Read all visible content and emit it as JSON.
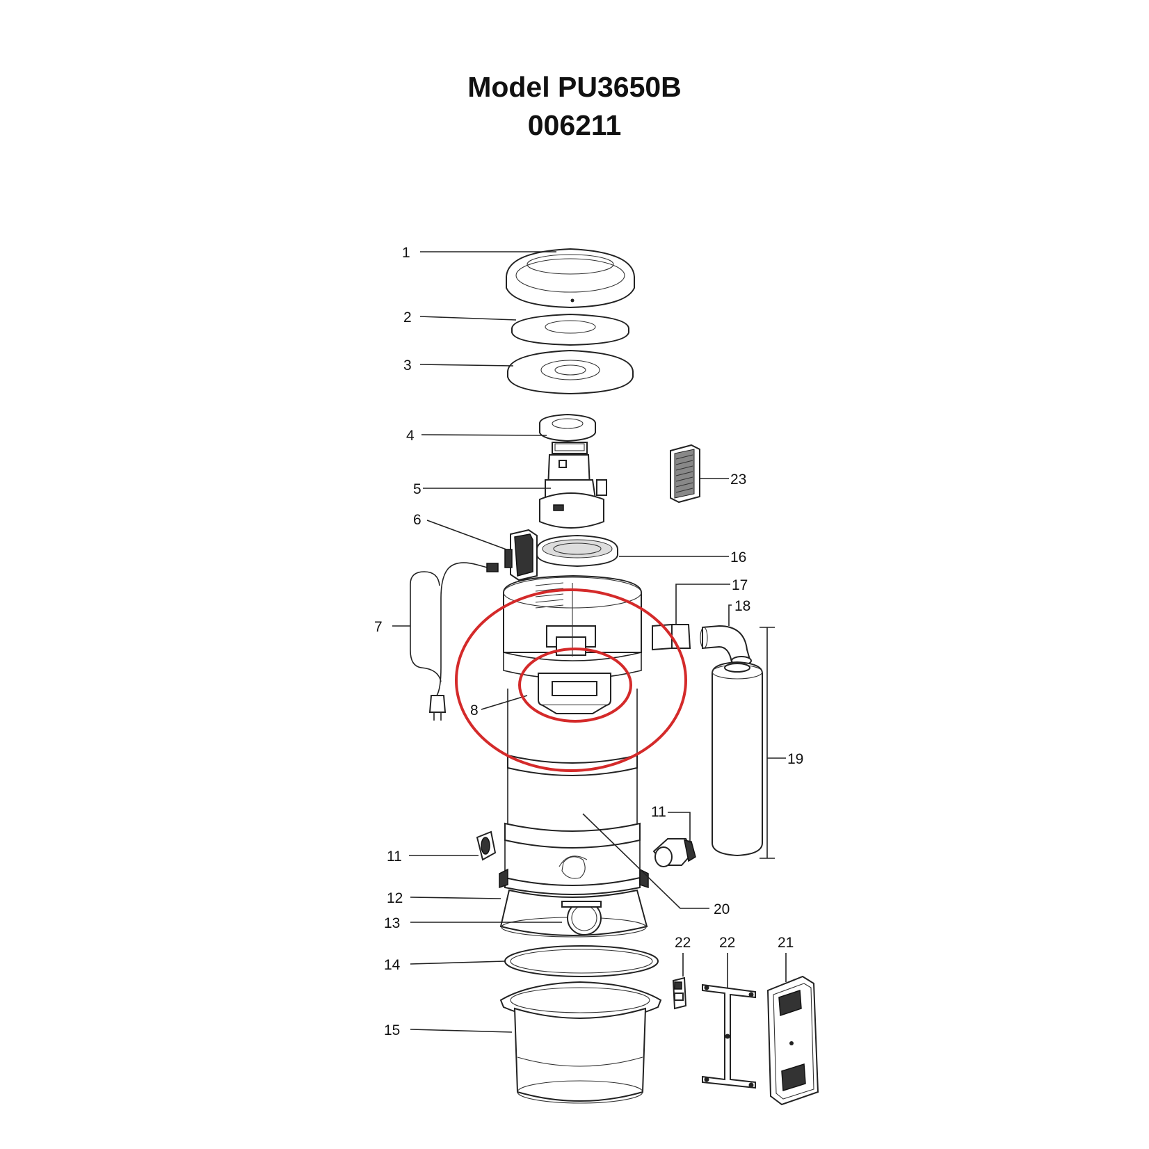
{
  "header": {
    "model": "Model PU3650B",
    "number": "006211"
  },
  "callouts": [
    "1",
    "2",
    "3",
    "4",
    "5",
    "6",
    "7",
    "8",
    "11",
    "11",
    "12",
    "13",
    "14",
    "15",
    "16",
    "17",
    "18",
    "19",
    "20",
    "21",
    "22",
    "22",
    "23"
  ],
  "highlight": {
    "color": "#d42a2a",
    "target_callout": "8"
  }
}
